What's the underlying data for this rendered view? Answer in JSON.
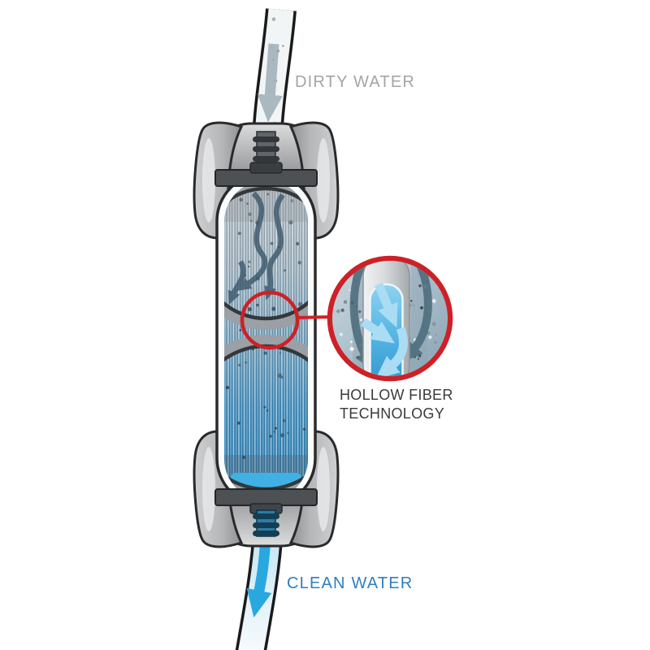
{
  "page": {
    "background": "#ffffff"
  },
  "diagram": {
    "labels": {
      "dirty_water": "DIRTY WATER",
      "clean_water": "CLEAN WATER",
      "callout_line1": "HOLLOW FIBER",
      "callout_line2": "TECHNOLOGY"
    },
    "colors": {
      "accent_red": "#cd2127",
      "dirty_label_gray": "#a2a5a8",
      "dirty_arrow_gray": "#a3b2bb",
      "clean_label_blue": "#2e7fc2",
      "clean_arrow_blue": "#29a8e0",
      "swirl_dark": "#3d5a6d",
      "water_band_blue": "#41b1e5",
      "inset_light_arrow": "#aadcf4",
      "inset_dark_arrow": "#496a7a",
      "fiber_blue": "#2f84bb",
      "callout_text_dark": "#3a3a3c",
      "cap_gray": "#aeb0b2"
    }
  }
}
